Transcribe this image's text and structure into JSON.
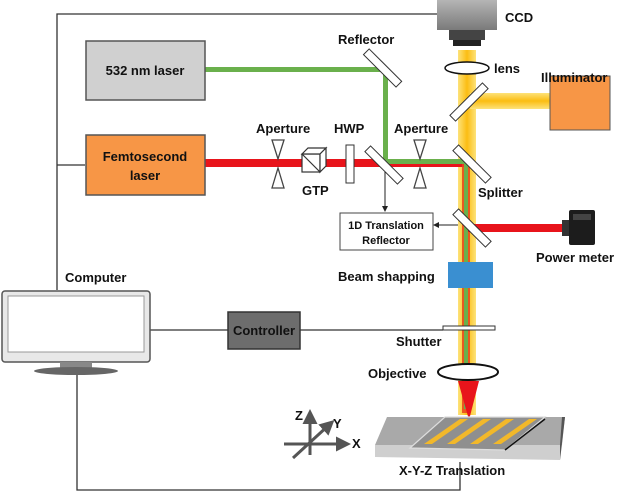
{
  "labels": {
    "ccd": "CCD",
    "laser532": "532 nm laser",
    "reflector": "Reflector",
    "lens": "lens",
    "illuminator": "Illuminator",
    "femto_line1": "Femtosecond",
    "femto_line2": "laser",
    "aperture1": "Aperture",
    "aperture2": "Aperture",
    "hwp": "HWP",
    "gtp": "GTP",
    "splitter": "Splitter",
    "translation_reflector_line1": "1D Translation",
    "translation_reflector_line2": "Reflector",
    "power_meter": "Power meter",
    "computer": "Computer",
    "beam_shaping": "Beam shapping",
    "controller": "Controller",
    "shutter": "Shutter",
    "objective": "Objective",
    "axis_x": "X",
    "axis_y": "Y",
    "axis_z": "Z",
    "stage": "X-Y-Z Translation"
  },
  "colors": {
    "femto_beam": "#e8141b",
    "green_beam": "#6ab04c",
    "yellow_beam": "#fbbd12",
    "laser_box": "#f79646",
    "beam_shaper": "#3a8fd1",
    "controller": "#6d6d6d",
    "gold_lines": "#f2b82a"
  }
}
